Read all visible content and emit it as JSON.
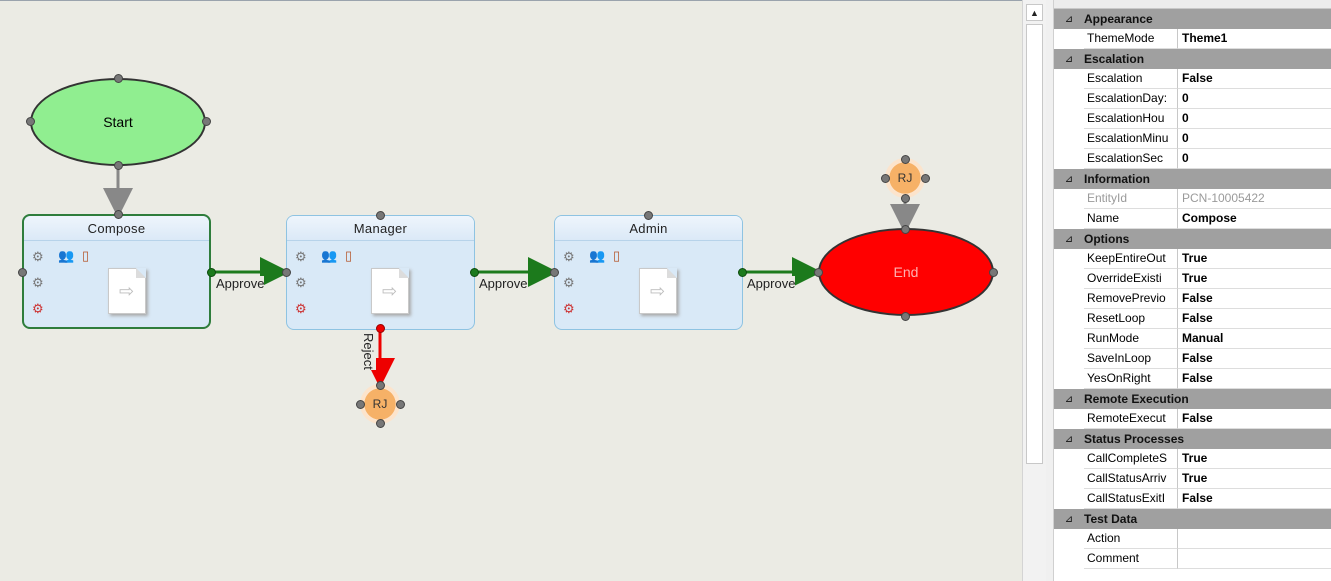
{
  "diagram": {
    "start_label": "Start",
    "end_label": "End",
    "nodes": [
      {
        "title": "Compose"
      },
      {
        "title": "Manager"
      },
      {
        "title": "Admin"
      }
    ],
    "edge_labels": {
      "approve1": "Approve",
      "approve2": "Approve",
      "approve3": "Approve",
      "reject": "Reject"
    },
    "rj_label": "RJ",
    "colors": {
      "start": "#90ee90",
      "end": "#ff0000",
      "approve": "#1c7a1c",
      "reject": "#ff0000",
      "rj": "#f6b167"
    }
  },
  "properties": {
    "categories": [
      {
        "name": "Appearance",
        "rows": [
          {
            "name": "ThemeMode",
            "value": "Theme1"
          }
        ]
      },
      {
        "name": "Escalation",
        "rows": [
          {
            "name": "Escalation",
            "value": "False"
          },
          {
            "name": "EscalationDay:",
            "value": "0"
          },
          {
            "name": "EscalationHou",
            "value": "0"
          },
          {
            "name": "EscalationMinu",
            "value": "0"
          },
          {
            "name": "EscalationSec",
            "value": "0"
          }
        ]
      },
      {
        "name": "Information",
        "rows": [
          {
            "name": "EntityId",
            "value": "PCN-10005422",
            "readonly": true
          },
          {
            "name": "Name",
            "value": "Compose"
          }
        ]
      },
      {
        "name": "Options",
        "rows": [
          {
            "name": "KeepEntireOut",
            "value": "True"
          },
          {
            "name": "OverrideExisti",
            "value": "True"
          },
          {
            "name": "RemovePrevio",
            "value": "False"
          },
          {
            "name": "ResetLoop",
            "value": "False"
          },
          {
            "name": "RunMode",
            "value": "Manual"
          },
          {
            "name": "SaveInLoop",
            "value": "False"
          },
          {
            "name": "YesOnRight",
            "value": "False"
          }
        ]
      },
      {
        "name": "Remote Execution",
        "rows": [
          {
            "name": "RemoteExecut",
            "value": "False"
          }
        ]
      },
      {
        "name": "Status Processes",
        "rows": [
          {
            "name": "CallCompleteS",
            "value": "True"
          },
          {
            "name": "CallStatusArriv",
            "value": "True"
          },
          {
            "name": "CallStatusExitI",
            "value": "False"
          }
        ]
      },
      {
        "name": "Test Data",
        "rows": [
          {
            "name": "Action",
            "value": ""
          },
          {
            "name": "Comment",
            "value": ""
          }
        ]
      }
    ]
  }
}
